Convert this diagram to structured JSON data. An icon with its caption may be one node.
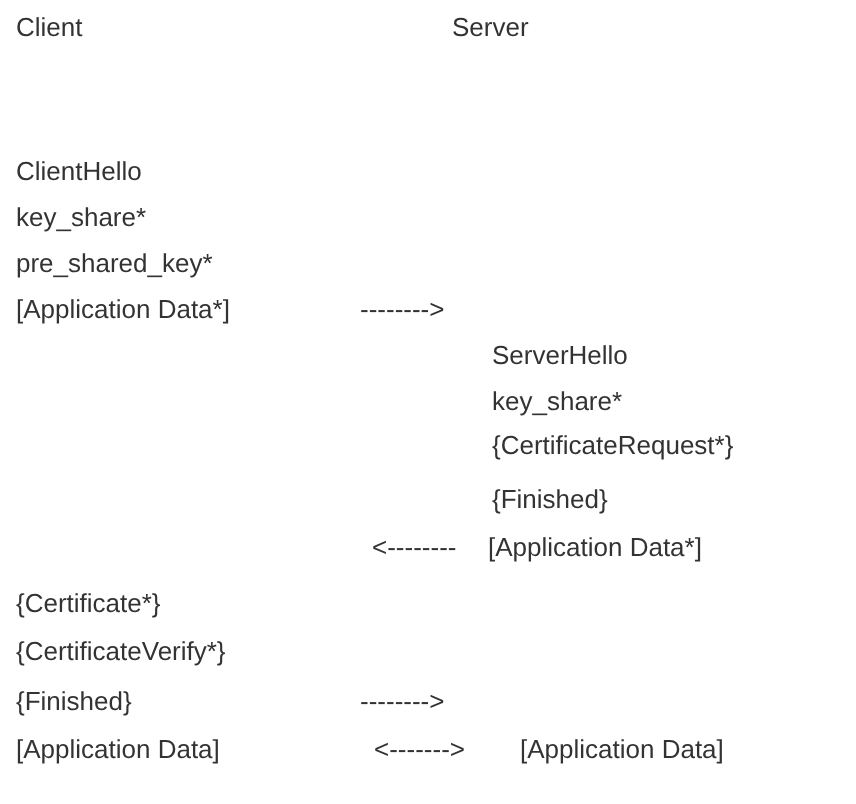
{
  "diagram": {
    "labels": [
      "Client",
      "Server",
      "ClientHello",
      "key_share*",
      "pre_shared_key*",
      "[Application Data*]",
      "-------->",
      "ServerHello",
      "key_share*",
      "{CertificateRequest*}",
      "{Finished}",
      "<--------",
      "[Application Data*]",
      "{Certificate*}",
      "{CertificateVerify*}",
      "{Finished}",
      "-------->",
      "[Application Data]",
      "<------->",
      "[Application Data]"
    ]
  }
}
